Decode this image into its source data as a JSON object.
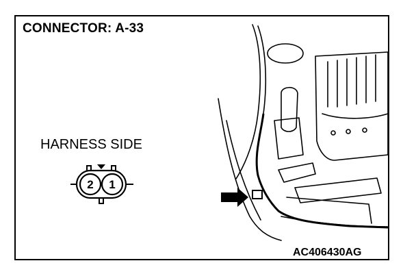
{
  "title": "CONNECTOR: A-33",
  "harness_label": "HARNESS SIDE",
  "connector": {
    "pins": [
      {
        "label": "2"
      },
      {
        "label": "1"
      }
    ]
  },
  "figure_code": "AC406430AG"
}
